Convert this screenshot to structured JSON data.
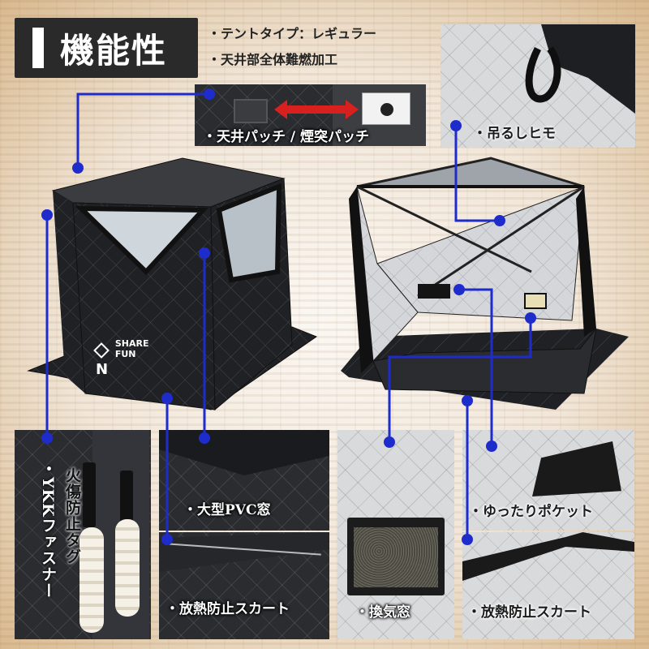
{
  "header": {
    "title": "機能性",
    "specs": [
      "・テントタイプ：レギュラー",
      "・天井部全体難燃加工"
    ]
  },
  "callouts": {
    "ceiling_patch": "・天井パッチ / 煙突パッチ",
    "hanging_strap": "・吊るしヒモ",
    "ykk_fastener": "・YKKファスナー",
    "burn_tag": "火傷防止タグ",
    "pvc_window": "・大型PVC窓",
    "pocket": "・ゆったりポケット",
    "skirt_left": "・放熱防止スカート",
    "vent_window": "・換気窓",
    "skirt_right": "・放熱防止スカート"
  },
  "brand": {
    "logo_line1": "SHARE",
    "logo_line2": "FUN",
    "logo_letter": "N"
  },
  "colors": {
    "leader_line": "#1f2ccc",
    "arrow": "#d8201e",
    "header_bg": "#2a2a2a"
  }
}
